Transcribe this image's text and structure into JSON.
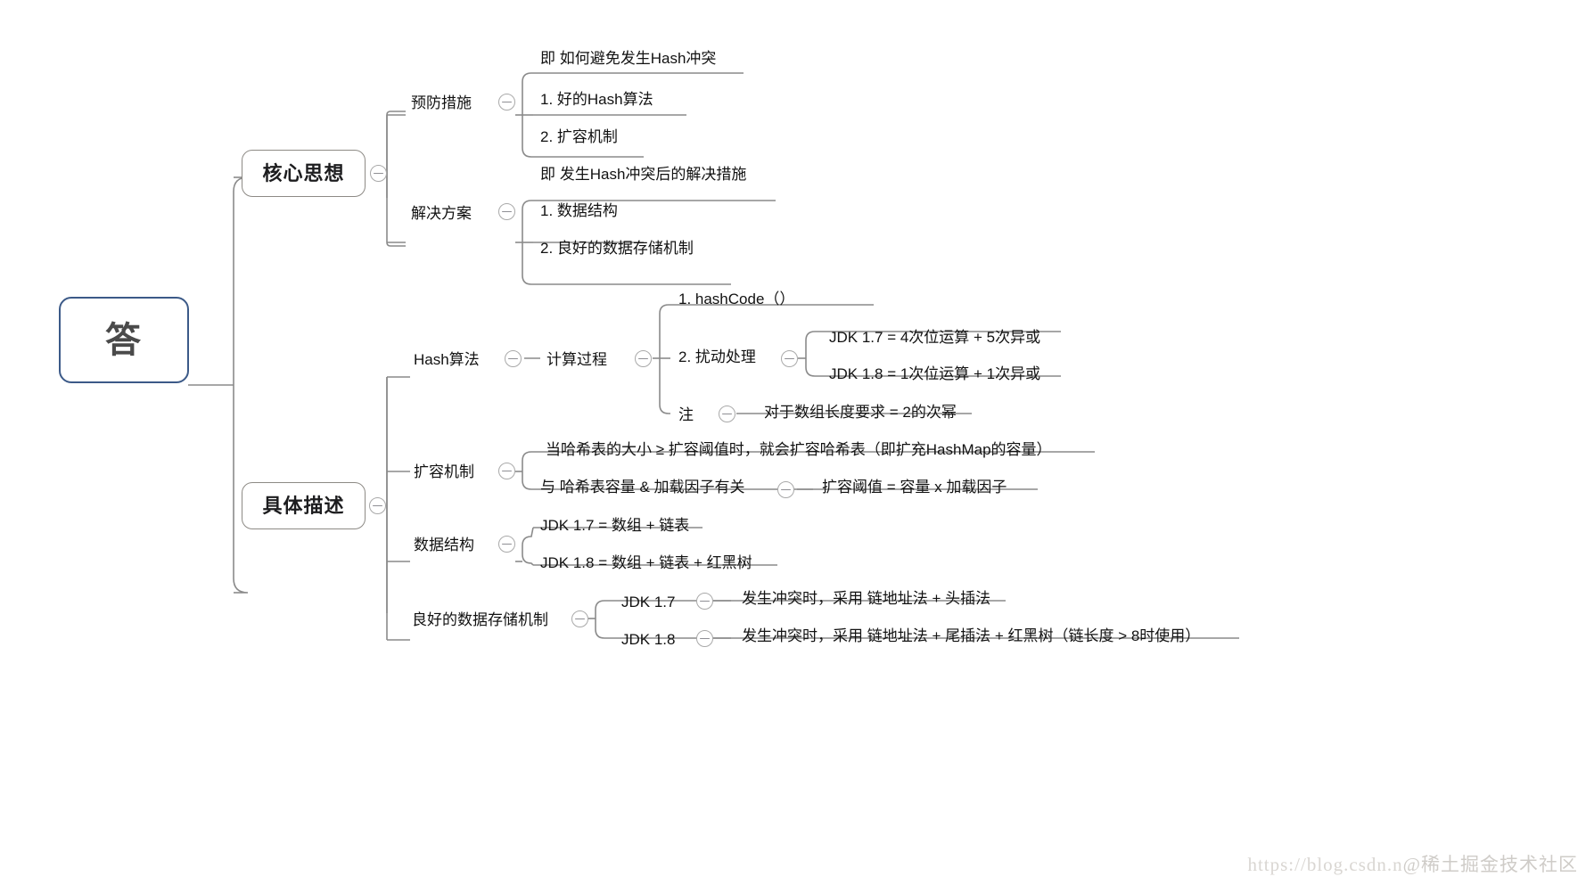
{
  "diagram": {
    "type": "mindmap",
    "title": "HashMap 核心思想与具体描述 思维导图",
    "colors": {
      "root_border": "#3c5a88",
      "branch_border": "#8d8a85",
      "edge": "#8a8a8a",
      "text": "#121212",
      "toggle_border": "#a9a9a9",
      "watermark": "#d9d6d2"
    },
    "root": {
      "label": "答"
    },
    "branches": [
      {
        "label": "核心思想",
        "children": [
          {
            "label": "预防措施",
            "children": [
              {
                "label": "即 如何避免发生Hash冲突"
              },
              {
                "label": "1. 好的Hash算法"
              },
              {
                "label": "2. 扩容机制"
              }
            ]
          },
          {
            "label": "解决方案",
            "children": [
              {
                "label": "即 发生Hash冲突后的解决措施"
              },
              {
                "label": "1. 数据结构"
              },
              {
                "label": "2. 良好的数据存储机制"
              }
            ]
          }
        ]
      },
      {
        "label": "具体描述",
        "children": [
          {
            "label": "Hash算法",
            "children": [
              {
                "label": "计算过程",
                "children": [
                  {
                    "label": "1. hashCode（）"
                  },
                  {
                    "label": "2. 扰动处理",
                    "children": [
                      {
                        "label": "JDK 1.7 = 4次位运算 + 5次异或"
                      },
                      {
                        "label": "JDK 1.8 = 1次位运算 + 1次异或"
                      }
                    ]
                  },
                  {
                    "label": "注",
                    "children": [
                      {
                        "label": "对于数组长度要求 = 2的次幂"
                      }
                    ]
                  }
                ]
              }
            ]
          },
          {
            "label": "扩容机制",
            "children": [
              {
                "label": "当哈希表的大小 ≥ 扩容阈值时，就会扩容哈希表（即扩充HashMap的容量）"
              },
              {
                "label": "与 哈希表容量 & 加载因子有关",
                "children": [
                  {
                    "label": "扩容阈值 = 容量 x 加载因子"
                  }
                ]
              }
            ]
          },
          {
            "label": "数据结构",
            "children": [
              {
                "label": "JDK 1.7 = 数组 + 链表"
              },
              {
                "label": "JDK 1.8 =  数组 + 链表 + 红黑树"
              }
            ]
          },
          {
            "label": "良好的数据存储机制",
            "children": [
              {
                "label": "JDK 1.7",
                "children": [
                  {
                    "label": "发生冲突时，采用 链地址法 + 头插法"
                  }
                ]
              },
              {
                "label": "JDK 1.8",
                "children": [
                  {
                    "label": "发生冲突时，采用 链地址法 + 尾插法 + 红黑树（链长度 > 8时使用）"
                  }
                ]
              }
            ]
          }
        ]
      }
    ]
  },
  "watermark": {
    "url": "https://blog.csdn.n",
    "brand": "@稀土掘金技术社区"
  }
}
